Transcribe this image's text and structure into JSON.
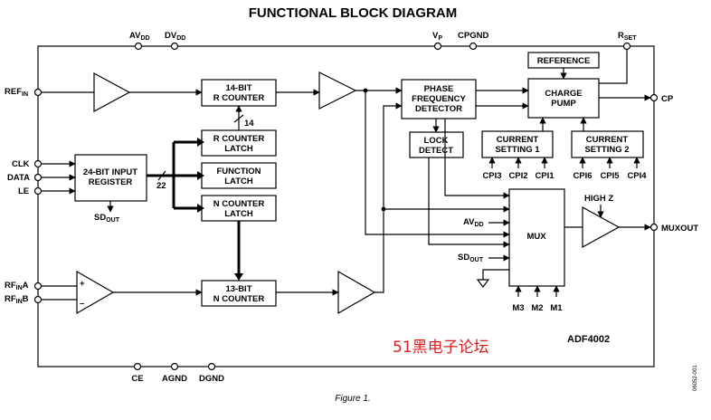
{
  "title": "FUNCTIONAL BLOCK DIAGRAM",
  "caption": "Figure 1.",
  "part_number": "ADF4002",
  "figure_id": "06052-001",
  "watermark": "51黑电子论坛",
  "pins": {
    "avdd": {
      "main": "AV",
      "sub": "DD"
    },
    "dvdd": {
      "main": "DV",
      "sub": "DD"
    },
    "vp": {
      "main": "V",
      "sub": "P"
    },
    "cpgnd": "CPGND",
    "rset": {
      "main": "R",
      "sub": "SET"
    },
    "refin": {
      "main": "REF",
      "sub": "IN"
    },
    "clk": "CLK",
    "data": "DATA",
    "le": "LE",
    "rfina": {
      "main": "RF",
      "sub": "IN",
      "tail": "A"
    },
    "rfinb": {
      "main": "RF",
      "sub": "IN",
      "tail": "B"
    },
    "cp": "CP",
    "muxout": "MUXOUT",
    "ce": "CE",
    "agnd": "AGND",
    "dgnd": "DGND"
  },
  "blocks": {
    "r_counter": [
      "14-BIT",
      "R COUNTER"
    ],
    "r_counter_latch": [
      "R COUNTER",
      "LATCH"
    ],
    "function_latch": [
      "FUNCTION",
      "LATCH"
    ],
    "n_counter_latch": [
      "N COUNTER",
      "LATCH"
    ],
    "n_counter": [
      "13-BIT",
      "N COUNTER"
    ],
    "input_register": [
      "24-BIT INPUT",
      "REGISTER"
    ],
    "pfd": [
      "PHASE",
      "FREQUENCY",
      "DETECTOR"
    ],
    "lock_detect": [
      "LOCK",
      "DETECT"
    ],
    "reference": "REFERENCE",
    "charge_pump": [
      "CHARGE",
      "PUMP"
    ],
    "current_setting_1": [
      "CURRENT",
      "SETTING 1"
    ],
    "current_setting_2": [
      "CURRENT",
      "SETTING 2"
    ],
    "mux": "MUX"
  },
  "signals": {
    "sdout_register": {
      "main": "SD",
      "sub": "OUT"
    },
    "bus14": "14",
    "bus22": "22",
    "mux_avdd": {
      "main": "AV",
      "sub": "DD"
    },
    "mux_sdout": {
      "main": "SD",
      "sub": "OUT"
    },
    "high_z": "HIGH Z",
    "cpi_group1": [
      "CPI3",
      "CPI2",
      "CPI1"
    ],
    "cpi_group2": [
      "CPI6",
      "CPI5",
      "CPI4"
    ],
    "mux_control": [
      "M3",
      "M2",
      "M1"
    ],
    "rfina_polarity": "+",
    "rfinb_polarity": "–"
  }
}
